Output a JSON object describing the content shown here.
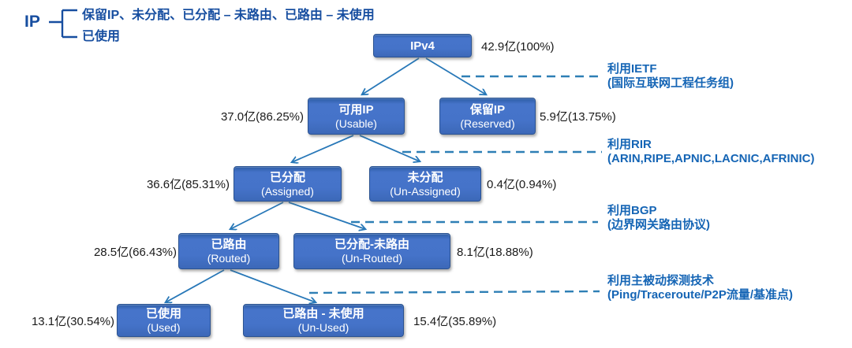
{
  "legend": {
    "root_label": "IP",
    "line1": "保留IP、未分配、已分配 – 未路由、已路由 – 未使用",
    "line2": "已使用"
  },
  "nodes": [
    {
      "id": "ipv4",
      "zh": "IPv4",
      "en": "",
      "value": "42.9亿(100%)"
    },
    {
      "id": "usable",
      "zh": "可用IP",
      "en": "(Usable)",
      "value": "37.0亿(86.25%)"
    },
    {
      "id": "reserved",
      "zh": "保留IP",
      "en": "(Reserved)",
      "value": "5.9亿(13.75%)"
    },
    {
      "id": "assigned",
      "zh": "已分配",
      "en": "(Assigned)",
      "value": "36.6亿(85.31%)"
    },
    {
      "id": "unassigned",
      "zh": "未分配",
      "en": "(Un-Assigned)",
      "value": "0.4亿(0.94%)"
    },
    {
      "id": "routed",
      "zh": "已路由",
      "en": "(Routed)",
      "value": "28.5亿(66.43%)"
    },
    {
      "id": "unrouted",
      "zh": "已分配-未路由",
      "en": "(Un-Routed)",
      "value": "8.1亿(18.88%)"
    },
    {
      "id": "used",
      "zh": "已使用",
      "en": "(Used)",
      "value": "13.1亿(30.54%)"
    },
    {
      "id": "unused",
      "zh": "已路由 - 未使用",
      "en": "(Un-Used)",
      "value": "15.4亿(35.89%)"
    }
  ],
  "annotations": [
    {
      "title": "利用IETF",
      "subtitle": "(国际互联网工程任务组)"
    },
    {
      "title": "利用RIR",
      "subtitle": "(ARIN,RIPE,APNIC,LACNIC,AFRINIC)"
    },
    {
      "title": "利用BGP",
      "subtitle": "(边界网关路由协议)"
    },
    {
      "title": "利用主被动探测技术",
      "subtitle": "(Ping/Traceroute/P2P流量/基准点)"
    }
  ],
  "colors": {
    "node_fill": "#4472c4",
    "node_border": "#2b5391",
    "node_text": "#ffffff",
    "connector": "#2878b8",
    "legend_text": "#174ea0",
    "annotation_text": "#1565b5",
    "value_text": "#1a1a1a",
    "background": "#ffffff"
  }
}
